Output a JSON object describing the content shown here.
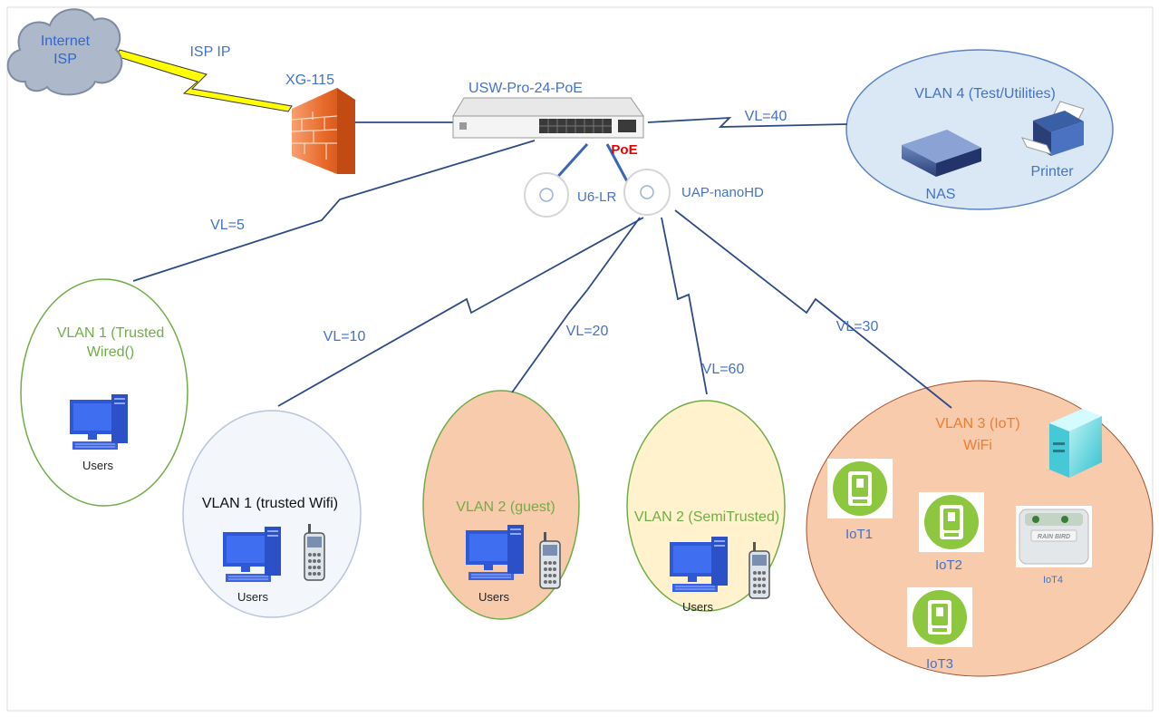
{
  "internet": {
    "line1": "Internet",
    "line2": "ISP"
  },
  "isp_link_label": "ISP IP",
  "firewall": {
    "name": "XG-115"
  },
  "switch": {
    "name": "USW-Pro-24-PoE",
    "poe_label": "PoE"
  },
  "access_points": {
    "ap1": "U6-LR",
    "ap2": "UAP-nanoHD"
  },
  "links": {
    "vl5": "VL=5",
    "vl10": "VL=10",
    "vl20": "VL=20",
    "vl60": "VL=60",
    "vl30": "VL=30",
    "vl40": "VL=40"
  },
  "vlan4": {
    "title": "VLAN 4 (Test/Utilities)",
    "nas": "NAS",
    "printer": "Printer"
  },
  "vlan1_wired": {
    "line1": "VLAN 1 (Trusted",
    "line2": "Wired()",
    "users": "Users"
  },
  "vlan1_wifi": {
    "title": "VLAN 1 (trusted Wifi)",
    "users": "Users"
  },
  "vlan2_guest": {
    "title": "VLAN 2 (guest)",
    "users": "Users"
  },
  "vlan2_semi": {
    "title": "VLAN 2 (SemiTrusted)",
    "users": "Users"
  },
  "vlan3": {
    "line1": "VLAN 3 (IoT)",
    "line2": "WiFi",
    "iot1": "IoT1",
    "iot2": "IoT2",
    "iot3": "IoT3",
    "iot4": "IoT4",
    "brand": "RAIN BIRD"
  },
  "colors": {
    "label_blue": "#4472c4",
    "poe_red": "#e00000",
    "green_text": "#70ad47",
    "orange_text": "#ed7d31",
    "guest_fill": "#f8cbad",
    "semi_fill": "#fff2cc",
    "iot_fill": "#f8cbad",
    "vlan4_fill": "#dae8f5",
    "wifi_fill": "#f3f6fb"
  }
}
